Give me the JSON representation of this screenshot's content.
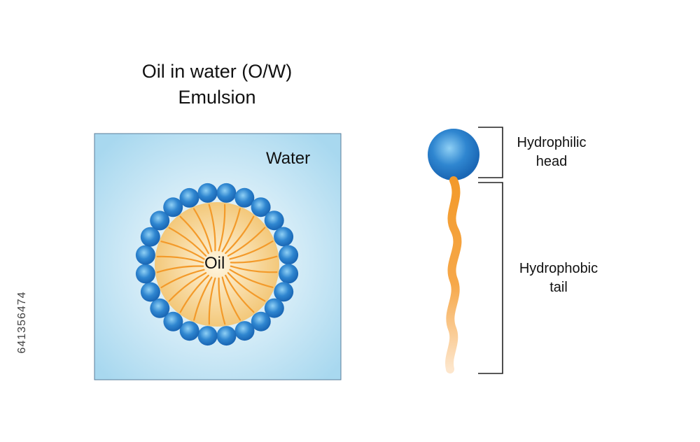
{
  "title": {
    "line1": "Oil in water (O/W)",
    "line2": "Emulsion"
  },
  "emulsion": {
    "medium_label": "Water",
    "core_label": "Oil",
    "head_count": 24,
    "tail_count": 24,
    "colors": {
      "water_light": "#ffffff",
      "water_dark": "#a8d8ef",
      "oil_light": "#fff6e0",
      "oil_dark": "#f3c87a",
      "tail": "#f39a2a",
      "head_light": "#8fd0f5",
      "head_dark": "#1a67b5"
    }
  },
  "surfactant": {
    "head_label_line1": "Hydrophilic",
    "head_label_line2": "head",
    "tail_label_line1": "Hydrophobic",
    "tail_label_line2": "tail"
  },
  "side_text": "641356474"
}
